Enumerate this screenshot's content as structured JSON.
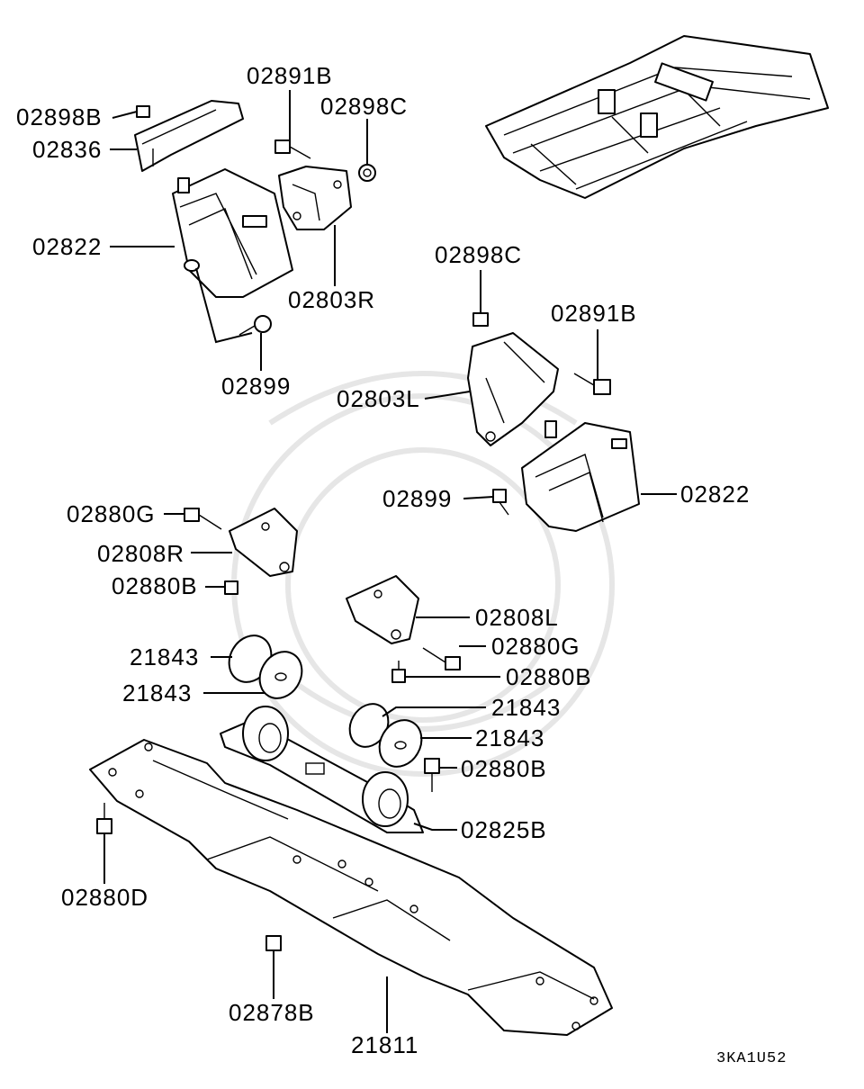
{
  "diagram": {
    "code": "3KA1U52",
    "labels": {
      "l1": "02891B",
      "l2": "02898C",
      "l3": "02898B",
      "l4": "02836",
      "l5": "02822",
      "l6": "02803R",
      "l7": "02899",
      "l8": "02898C",
      "l9": "02891B",
      "l10": "02803L",
      "l11": "02899",
      "l12": "02822",
      "l13": "02880G",
      "l14": "02808R",
      "l15": "02880B",
      "l16": "02808L",
      "l17": "02880G",
      "l18": "02880B",
      "l19": "21843",
      "l20": "21843",
      "l21": "21843",
      "l22": "21843",
      "l23": "02880B",
      "l24": "02825B",
      "l25": "02880D",
      "l26": "02878B",
      "l27": "21811"
    }
  }
}
